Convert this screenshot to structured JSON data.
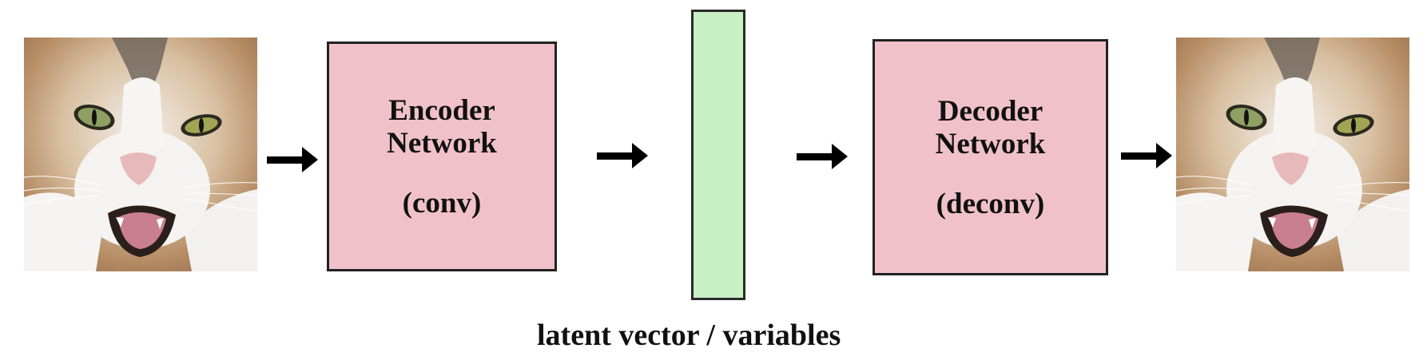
{
  "diagram": {
    "type": "autoencoder",
    "input_image": {
      "label": "input-cat-photo",
      "description": "photo of a snarling calico cat"
    },
    "encoder": {
      "title_line1": "Encoder",
      "title_line2": "Network",
      "subtitle": "(conv)",
      "fill": "#F1C1C9"
    },
    "latent": {
      "label": "latent vector / variables",
      "fill": "#C8F0C4"
    },
    "decoder": {
      "title_line1": "Decoder",
      "title_line2": "Network",
      "subtitle": "(deconv)",
      "fill": "#F1C1C9"
    },
    "output_image": {
      "label": "reconstructed-cat-photo",
      "description": "photo of a snarling calico cat"
    },
    "arrows": [
      {
        "from": "input_image",
        "to": "encoder"
      },
      {
        "from": "encoder",
        "to": "latent"
      },
      {
        "from": "latent",
        "to": "decoder"
      },
      {
        "from": "decoder",
        "to": "output_image"
      }
    ],
    "colors": {
      "box_border": "#222222",
      "arrow": "#000000",
      "text": "#111111"
    }
  }
}
